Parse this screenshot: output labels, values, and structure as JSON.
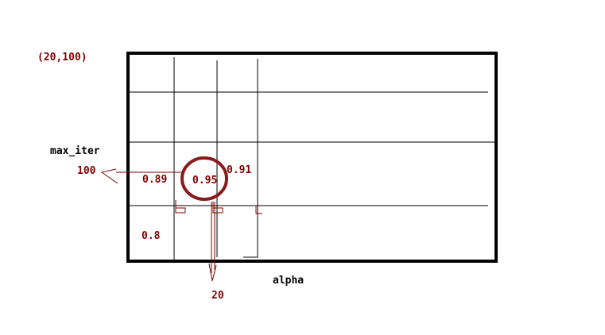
{
  "colors": {
    "frame": "#000000",
    "annotation": "#800000",
    "circle": "#8b1a1a"
  },
  "diagram": {
    "corner_label": "(20,100)",
    "y_axis_label": "max_iter",
    "x_axis_label": "alpha",
    "y_marker": "100",
    "x_marker": "20",
    "cells": {
      "center": "0.95",
      "left": "0.89",
      "right": "0.91",
      "lower_left": "0.8"
    },
    "glyphs": {
      "b1": "b",
      "b2": "b",
      "c": "c"
    }
  }
}
